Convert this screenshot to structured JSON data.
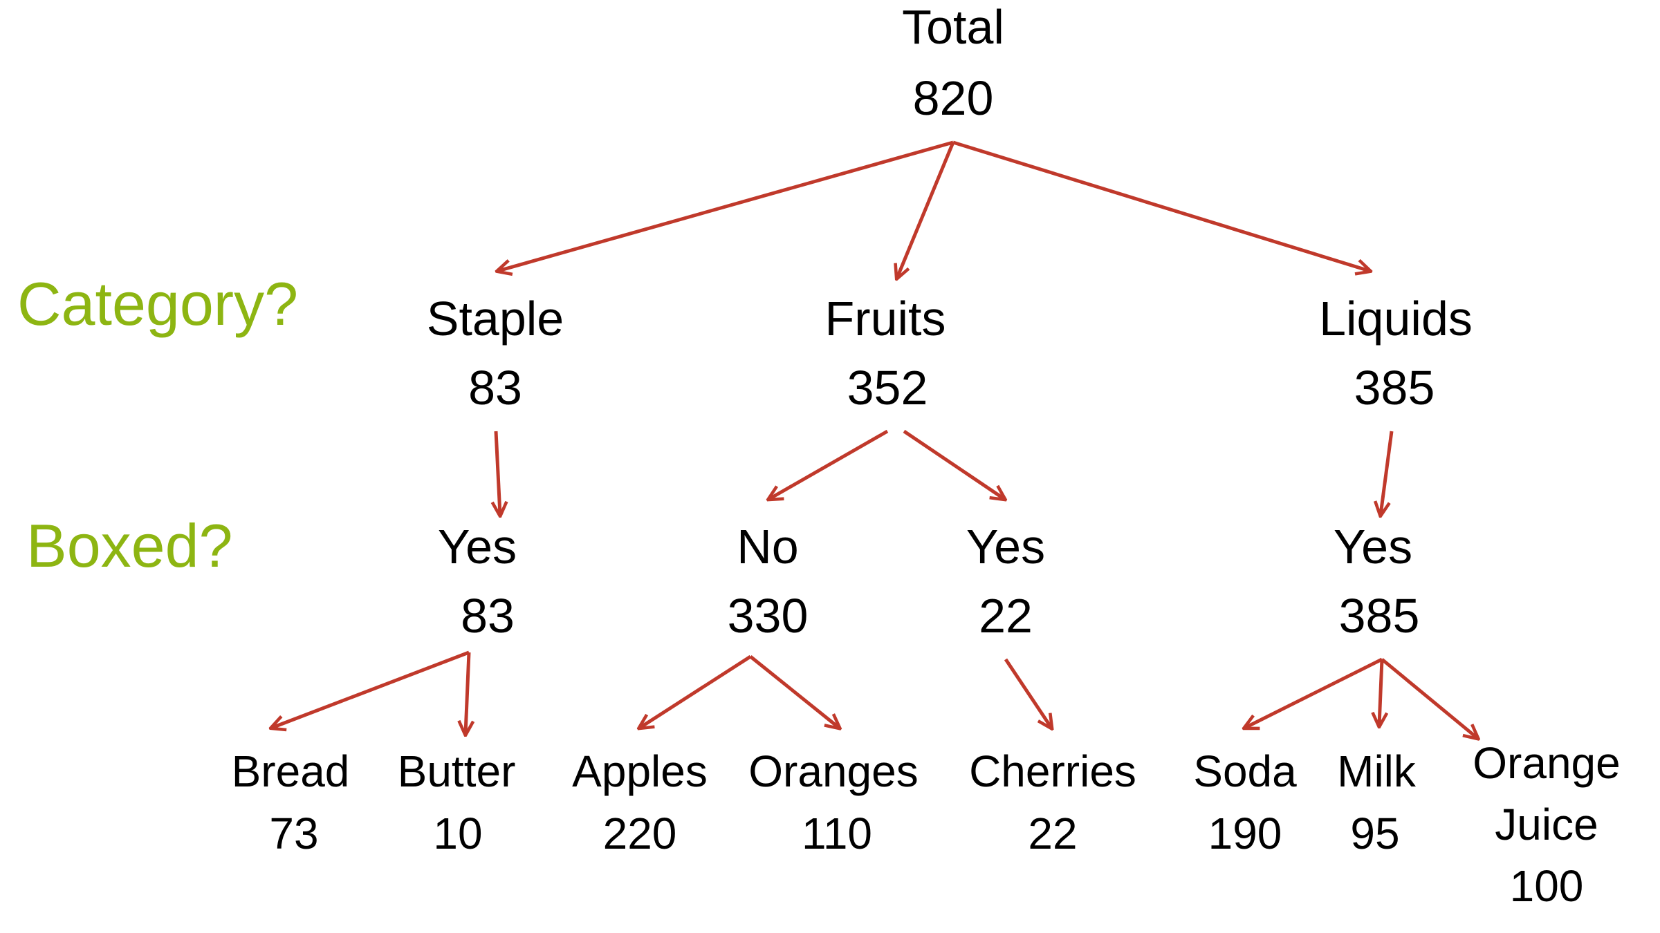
{
  "colors": {
    "arrow": "#c0392b",
    "question": "#8db512",
    "text": "#000000"
  },
  "questions": {
    "category": "Category?",
    "boxed": "Boxed?"
  },
  "tree": {
    "root": {
      "label": "Total",
      "value": "820"
    },
    "level1": [
      {
        "id": "staple",
        "label": "Staple",
        "value": "83"
      },
      {
        "id": "fruits",
        "label": "Fruits",
        "value": "352"
      },
      {
        "id": "liquids",
        "label": "Liquids",
        "value": "385"
      }
    ],
    "level2": [
      {
        "id": "staple-yes",
        "label": "Yes",
        "value": "83",
        "parent": "staple"
      },
      {
        "id": "fruits-no",
        "label": "No",
        "value": "330",
        "parent": "fruits"
      },
      {
        "id": "fruits-yes",
        "label": "Yes",
        "value": "22",
        "parent": "fruits"
      },
      {
        "id": "liquids-yes",
        "label": "Yes",
        "value": "385",
        "parent": "liquids"
      }
    ],
    "leaves": [
      {
        "id": "bread",
        "label": "Bread",
        "value": "73",
        "parent": "staple-yes"
      },
      {
        "id": "butter",
        "label": "Butter",
        "value": "10",
        "parent": "staple-yes"
      },
      {
        "id": "apples",
        "label": "Apples",
        "value": "220",
        "parent": "fruits-no"
      },
      {
        "id": "oranges",
        "label": "Oranges",
        "value": "110",
        "parent": "fruits-no"
      },
      {
        "id": "cherries",
        "label": "Cherries",
        "value": "22",
        "parent": "fruits-yes"
      },
      {
        "id": "soda",
        "label": "Soda",
        "value": "190",
        "parent": "liquids-yes"
      },
      {
        "id": "milk",
        "label": "Milk",
        "value": "95",
        "parent": "liquids-yes"
      },
      {
        "id": "orange-juice",
        "label": "Orange Juice",
        "label_line1": "Orange",
        "label_line2": "Juice",
        "value": "100",
        "parent": "liquids-yes"
      }
    ]
  }
}
